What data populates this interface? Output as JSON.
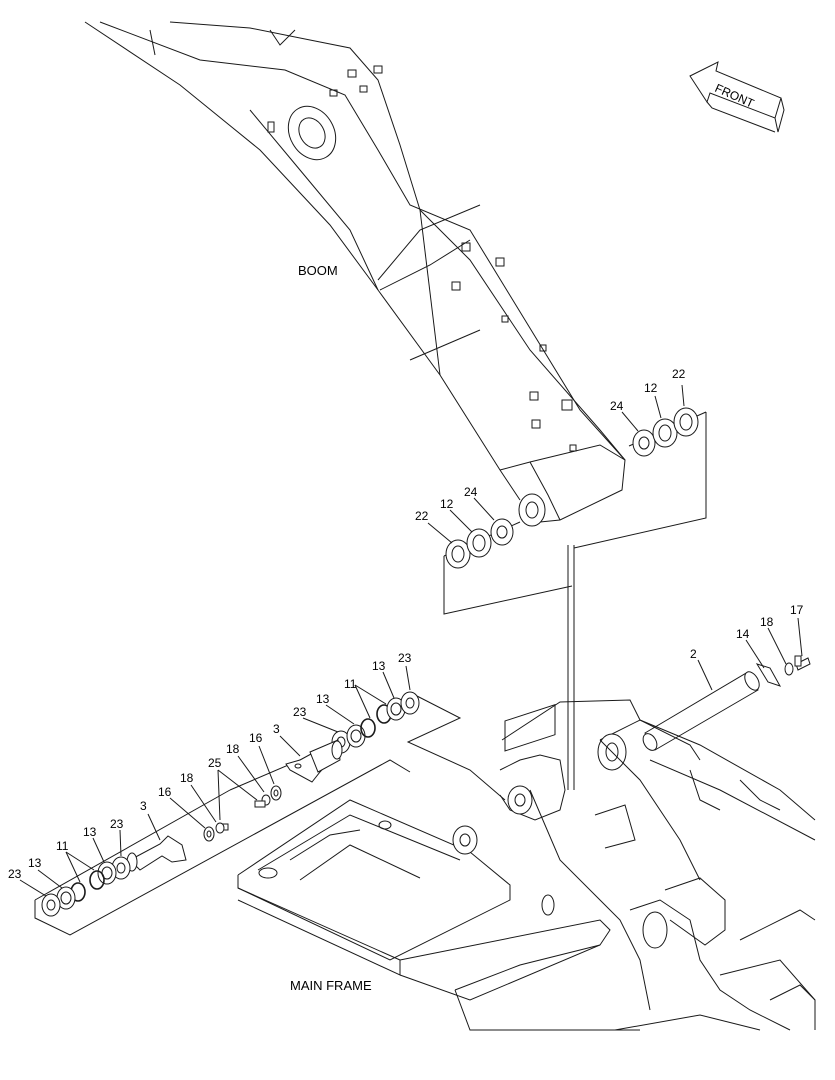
{
  "labels": {
    "boom": "BOOM",
    "main_frame": "MAIN FRAME",
    "front": "FRONT"
  },
  "callouts": [
    {
      "id": "22a",
      "text": "22"
    },
    {
      "id": "12a",
      "text": "12"
    },
    {
      "id": "24a",
      "text": "24"
    },
    {
      "id": "22b",
      "text": "22"
    },
    {
      "id": "12b",
      "text": "12"
    },
    {
      "id": "24b",
      "text": "24"
    },
    {
      "id": "17",
      "text": "17"
    },
    {
      "id": "18a",
      "text": "18"
    },
    {
      "id": "14",
      "text": "14"
    },
    {
      "id": "2",
      "text": "2"
    },
    {
      "id": "23a",
      "text": "23"
    },
    {
      "id": "13a",
      "text": "13"
    },
    {
      "id": "11a",
      "text": "11"
    },
    {
      "id": "13b",
      "text": "13"
    },
    {
      "id": "23b",
      "text": "23"
    },
    {
      "id": "3a",
      "text": "3"
    },
    {
      "id": "16a",
      "text": "16"
    },
    {
      "id": "18b",
      "text": "18"
    },
    {
      "id": "25",
      "text": "25"
    },
    {
      "id": "18c",
      "text": "18"
    },
    {
      "id": "16b",
      "text": "16"
    },
    {
      "id": "3b",
      "text": "3"
    },
    {
      "id": "23c",
      "text": "23"
    },
    {
      "id": "13c",
      "text": "13"
    },
    {
      "id": "11b",
      "text": "11"
    },
    {
      "id": "13d",
      "text": "13"
    },
    {
      "id": "23d",
      "text": "23"
    }
  ]
}
